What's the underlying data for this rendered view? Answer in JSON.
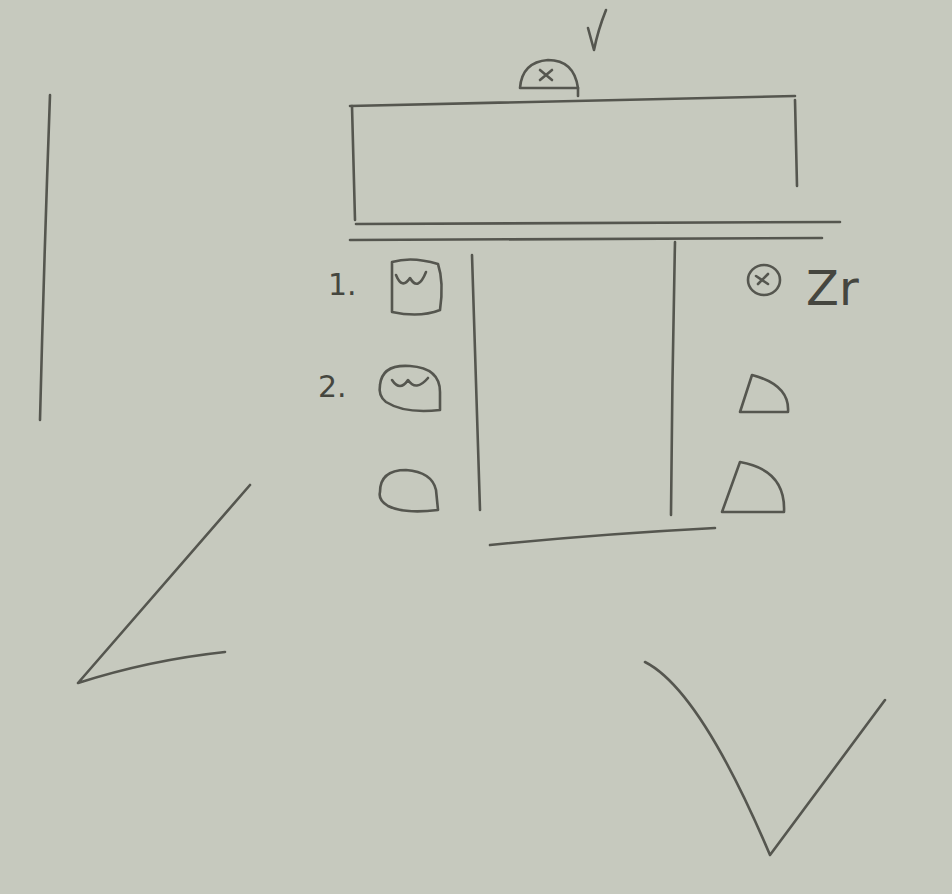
{
  "diagram": {
    "labels": [
      "1.",
      "2.",
      "Zr"
    ]
  }
}
